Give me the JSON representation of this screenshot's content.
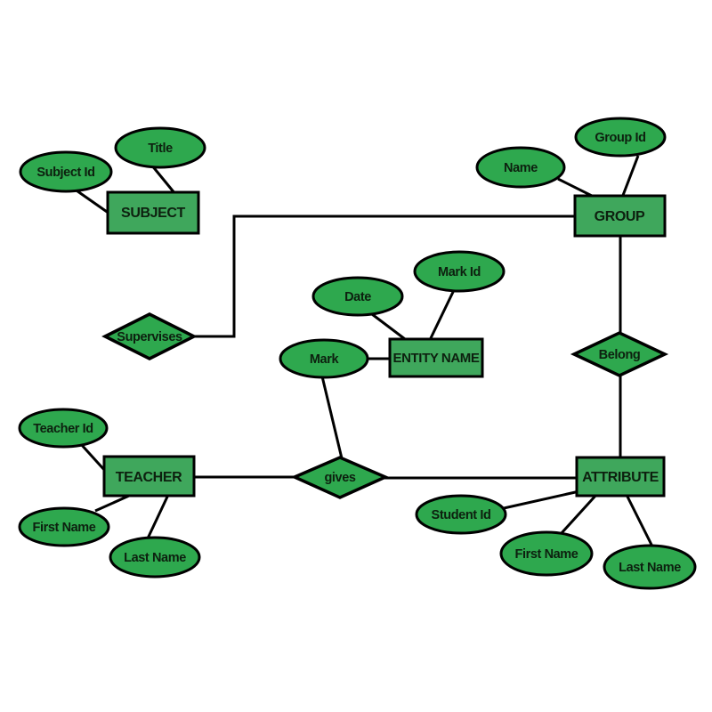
{
  "diagram": {
    "type": "er-diagram",
    "colors": {
      "background": "#ffffff",
      "entity_fill": "#3fa75c",
      "attribute_fill": "#2ea84e",
      "relationship_fill": "#2ea84e",
      "border": "#000000",
      "line": "#000000",
      "text": "#0d200f"
    },
    "nodes": {
      "subject": {
        "type": "entity",
        "label": "SUBJECT"
      },
      "group": {
        "type": "entity",
        "label": "GROUP"
      },
      "entity_name": {
        "type": "entity",
        "label": "ENTITY NAME"
      },
      "teacher": {
        "type": "entity",
        "label": "TEACHER"
      },
      "attribute": {
        "type": "entity",
        "label": "ATTRIBUTE"
      },
      "supervises": {
        "type": "relationship",
        "label": "Supervises"
      },
      "belong": {
        "type": "relationship",
        "label": "Belong"
      },
      "gives": {
        "type": "relationship",
        "label": "gives"
      },
      "title": {
        "type": "attribute",
        "label": "Title",
        "of": "subject"
      },
      "subject_id": {
        "type": "attribute",
        "label": "Subject Id",
        "of": "subject"
      },
      "name": {
        "type": "attribute",
        "label": "Name",
        "of": "group"
      },
      "group_id": {
        "type": "attribute",
        "label": "Group Id",
        "of": "group"
      },
      "date": {
        "type": "attribute",
        "label": "Date",
        "of": "entity_name"
      },
      "mark_id": {
        "type": "attribute",
        "label": "Mark Id",
        "of": "entity_name"
      },
      "mark": {
        "type": "attribute",
        "label": "Mark",
        "of": "entity_name"
      },
      "teacher_id": {
        "type": "attribute",
        "label": "Teacher Id",
        "of": "teacher"
      },
      "teacher_first_name": {
        "type": "attribute",
        "label": "First Name",
        "of": "teacher"
      },
      "teacher_last_name": {
        "type": "attribute",
        "label": "Last Name",
        "of": "teacher"
      },
      "student_id": {
        "type": "attribute",
        "label": "Student Id",
        "of": "attribute"
      },
      "student_first_name": {
        "type": "attribute",
        "label": "First Name",
        "of": "attribute"
      },
      "student_last_name": {
        "type": "attribute",
        "label": "Last Name",
        "of": "attribute"
      }
    },
    "edges": [
      {
        "from": "title",
        "to": "subject"
      },
      {
        "from": "subject_id",
        "to": "subject"
      },
      {
        "from": "name",
        "to": "group"
      },
      {
        "from": "group_id",
        "to": "group"
      },
      {
        "from": "supervises",
        "to": "group"
      },
      {
        "from": "group",
        "to": "belong"
      },
      {
        "from": "belong",
        "to": "attribute"
      },
      {
        "from": "date",
        "to": "entity_name"
      },
      {
        "from": "mark_id",
        "to": "entity_name"
      },
      {
        "from": "mark",
        "to": "entity_name"
      },
      {
        "from": "mark",
        "to": "gives"
      },
      {
        "from": "teacher",
        "to": "gives"
      },
      {
        "from": "gives",
        "to": "attribute"
      },
      {
        "from": "teacher_id",
        "to": "teacher"
      },
      {
        "from": "teacher_first_name",
        "to": "teacher"
      },
      {
        "from": "teacher_last_name",
        "to": "teacher"
      },
      {
        "from": "student_id",
        "to": "attribute"
      },
      {
        "from": "student_first_name",
        "to": "attribute"
      },
      {
        "from": "student_last_name",
        "to": "attribute"
      }
    ]
  }
}
